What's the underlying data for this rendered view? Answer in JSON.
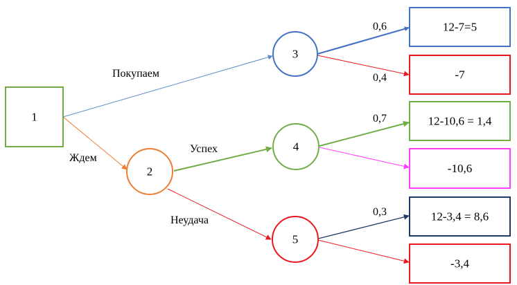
{
  "colors": {
    "green": "#70ad47",
    "orange": "#ed7d31",
    "blue": "#4472c4",
    "red": "#e8171f",
    "magenta": "#ff3dff",
    "navy": "#1f3864",
    "steel_blue": "#5b8cc8"
  },
  "nodes": {
    "decision_1": "1",
    "chance_2": "2",
    "chance_3": "3",
    "chance_4": "4",
    "chance_5": "5"
  },
  "edges": {
    "buy": "Покупаем",
    "wait": "Ждем",
    "success": "Успех",
    "failure": "Неудача"
  },
  "probabilities": {
    "p_3_up": "0,6",
    "p_3_down": "0,4",
    "p_4_up": "0,7",
    "p_5_up": "0,3"
  },
  "outcomes": {
    "o1": "12-7=5",
    "o2": "-7",
    "o3": "12-10,6 = 1,4",
    "o4": "-10,6",
    "o5": "12-3,4 = 8,6",
    "o6": "-3,4"
  }
}
